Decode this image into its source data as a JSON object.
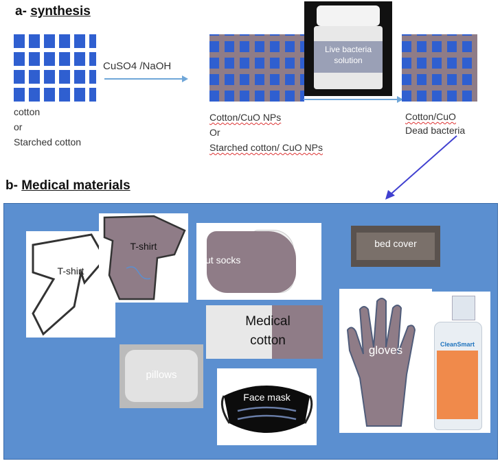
{
  "section_a": {
    "prefix": "a- ",
    "title": "synthesis"
  },
  "section_b": {
    "prefix": "b- ",
    "title": "Medical materials"
  },
  "reagent_label": "CuSO4 /NaOH",
  "labels": {
    "cotton": [
      "cotton",
      "or",
      "Starched cotton"
    ],
    "cuo": [
      "Cotton/CuO NPs",
      "Or",
      "Starched cotton/ CuO NPs"
    ],
    "dead": [
      "Cotton/CuO",
      "Dead bacteria"
    ]
  },
  "jar_label": "Live bacteria solution",
  "products": {
    "tshirt1": "T-shirt",
    "tshirt2": "T-shirt",
    "socks": "cut socks",
    "bed": "bed cover",
    "medical": "Medical cotton",
    "gloves": "gloves",
    "pillows": "pillows",
    "mask": "Face mask",
    "spray_brand": "CleanSmart"
  },
  "colors": {
    "panel": "#5b8fd0",
    "fabric": "#2f5fd0",
    "mauve": "#8f7c87",
    "arrow_light": "#6fa6d8",
    "arrow_dark": "#4040d0"
  }
}
